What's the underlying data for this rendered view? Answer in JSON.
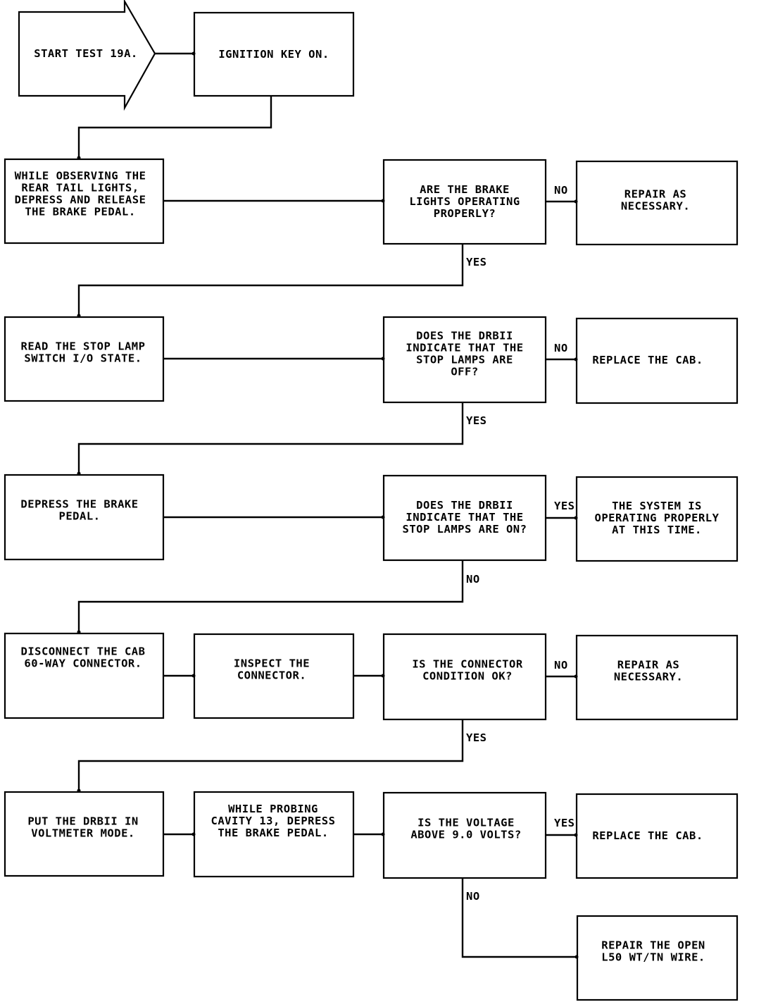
{
  "nodes": {
    "start": [
      "START TEST 19A."
    ],
    "ignition": [
      "IGNITION KEY ON."
    ],
    "observe": [
      "WHILE OBSERVING THE",
      "REAR TAIL LIGHTS,",
      "DEPRESS AND RELEASE",
      "THE BRAKE PEDAL."
    ],
    "q_brake": [
      "ARE THE BRAKE",
      "LIGHTS OPERATING",
      "PROPERLY?"
    ],
    "repair1": [
      "REPAIR AS",
      "NECESSARY."
    ],
    "read_switch": [
      "READ THE STOP LAMP",
      "SWITCH I/O STATE."
    ],
    "q_off": [
      "DOES THE DRBII",
      "INDICATE THAT THE",
      "STOP LAMPS ARE",
      "OFF?"
    ],
    "replace1": [
      "REPLACE THE CAB."
    ],
    "depress": [
      "DEPRESS THE BRAKE",
      "PEDAL."
    ],
    "q_on": [
      "DOES THE DRBII",
      "INDICATE THAT THE",
      "STOP LAMPS ARE ON?"
    ],
    "ok": [
      "THE SYSTEM IS",
      "OPERATING PROPERLY",
      "AT THIS TIME."
    ],
    "disconnect": [
      "DISCONNECT THE CAB",
      "60-WAY CONNECTOR."
    ],
    "inspect": [
      "INSPECT THE",
      "CONNECTOR."
    ],
    "q_conn": [
      "IS THE CONNECTOR",
      "CONDITION OK?"
    ],
    "repair2": [
      "REPAIR AS",
      "NECESSARY."
    ],
    "voltmeter": [
      "PUT THE DRBII IN",
      "VOLTMETER MODE."
    ],
    "probe": [
      "WHILE PROBING",
      "CAVITY 13, DEPRESS",
      "THE BRAKE PEDAL."
    ],
    "q_volt": [
      "IS THE VOLTAGE",
      "ABOVE 9.0 VOLTS?"
    ],
    "replace2": [
      "REPLACE THE CAB."
    ],
    "repair_open": [
      "REPAIR THE OPEN",
      "L50 WT/TN WIRE."
    ]
  },
  "labels": {
    "no1": "NO",
    "yes1": "YES",
    "no2": "NO",
    "yes2": "YES",
    "yes3": "YES",
    "no3": "NO",
    "no4": "NO",
    "yes4": "YES",
    "yes5": "YES",
    "no5": "NO"
  }
}
